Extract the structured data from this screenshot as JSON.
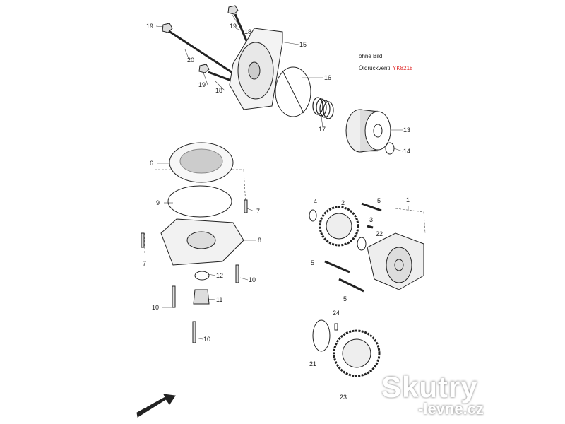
{
  "note": {
    "title": "ohne Bild:",
    "item": "Öldruckventil",
    "code": "YK8218",
    "code_color": "#e02a2a"
  },
  "labels": [
    "19",
    "19",
    "18",
    "15",
    "20",
    "19",
    "18",
    "16",
    "17",
    "13",
    "14",
    "6",
    "9",
    "7",
    "8",
    "7",
    "12",
    "10",
    "11",
    "10",
    "10",
    "4",
    "2",
    "5",
    "3",
    "1",
    "22",
    "5",
    "5",
    "24",
    "21",
    "23"
  ],
  "direction_marker": "FWD",
  "watermark": {
    "line1": "Skutry",
    "line2": "-levne.cz"
  }
}
